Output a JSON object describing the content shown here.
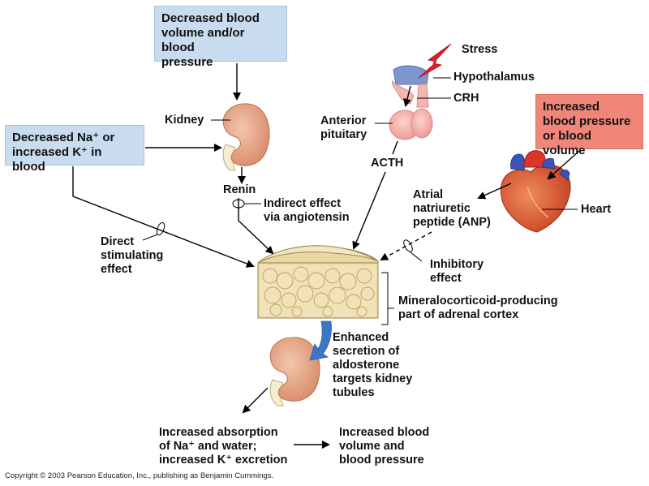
{
  "boxes": {
    "decreased_volume": "Decreased blood\nvolume and/or blood\npressure",
    "decreased_na": "Decreased Na⁺ or\nincreased K⁺ in blood",
    "increased_pressure": "Increased\nblood pressure\nor blood volume"
  },
  "labels": {
    "stress": "Stress",
    "hypothalamus": "Hypothalamus",
    "crh": "CRH",
    "anterior_pituitary": "Anterior\npituitary",
    "acth": "ACTH",
    "kidney": "Kidney",
    "renin": "Renin",
    "indirect_effect": "Indirect effect\nvia angiotensin",
    "direct_effect": "Direct\nstimulating\neffect",
    "anp": "Atrial\nnatriuretic\npeptide (ANP)",
    "heart": "Heart",
    "inhibitory_effect": "Inhibitory\neffect",
    "adrenal_cortex": "Mineralocorticoid-producing\npart of adrenal cortex",
    "enhanced_secretion": "Enhanced\nsecretion of\naldosterone\ntargets kidney\ntubules",
    "increased_absorption": "Increased absorption\nof Na⁺ and water;\nincreased K⁺ excretion",
    "increased_volume": "Increased blood\nvolume and\nblood pressure"
  },
  "copyright": "Copyright © 2003 Pearson Education, Inc., publishing as Benjamin Cummings.",
  "colors": {
    "box_blue": "#c9dbef",
    "box_red": "#ef8679",
    "kidney": "#e8a98c",
    "adrenal": "#efe0b2",
    "heart": "#d9502e",
    "stress_bolt": "#e11e2a",
    "arrow_blue": "#3c76c4"
  }
}
